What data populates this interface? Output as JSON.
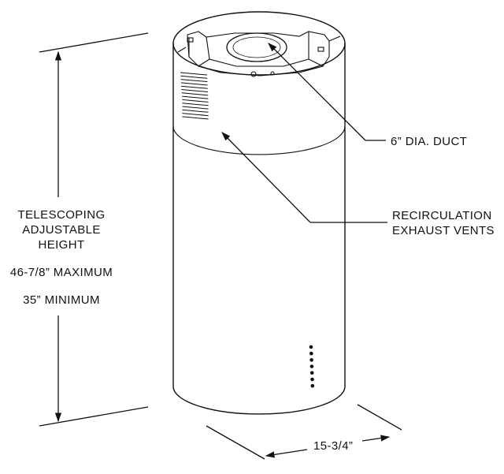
{
  "height_label": {
    "lines": [
      "TELESCOPING",
      "ADJUSTABLE",
      "HEIGHT"
    ],
    "maximum": "46-7/8”  MAXIMUM",
    "minimum": "35”  MINIMUM"
  },
  "duct_label": "6” DIA.  DUCT",
  "vents_label": {
    "lines": [
      "RECIRCULATION",
      "EXHAUST VENTS"
    ]
  },
  "diameter_label": "15-3/4”"
}
